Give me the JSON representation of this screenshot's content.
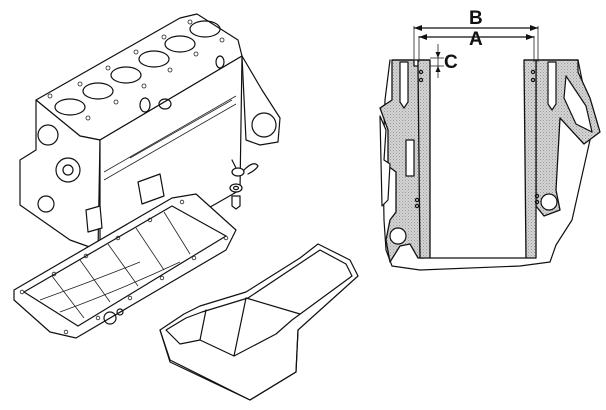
{
  "figure": {
    "labels": {
      "B": "B",
      "A": "A",
      "C": "C"
    },
    "components": [
      "cylinder-block",
      "oil-pump-nozzle",
      "sealing-washer",
      "fitting-bolt",
      "bed-plate-frame",
      "oil-sump",
      "cylinder-liner-section"
    ],
    "colors": {
      "line": "#111111",
      "section-fill": "#c8c8c8",
      "background": "#ffffff"
    }
  }
}
